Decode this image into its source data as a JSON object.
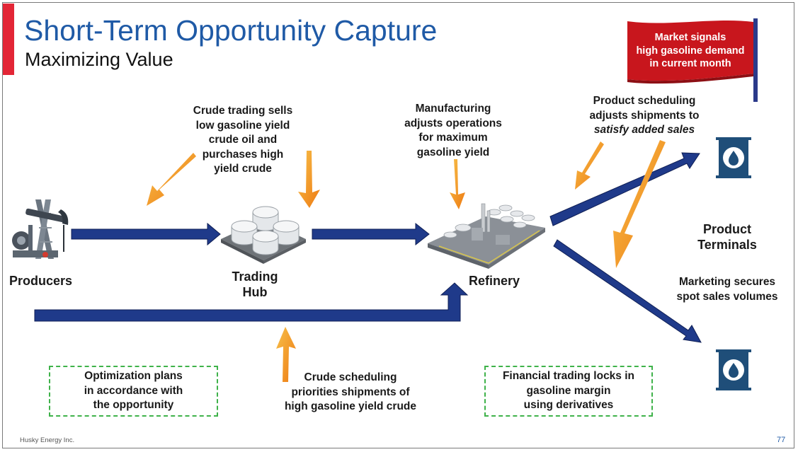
{
  "header": {
    "title": "Short-Term Opportunity Capture",
    "subtitle": "Maximizing Value"
  },
  "flag": {
    "lines": [
      "Market signals",
      "high gasoline demand",
      "in current month"
    ],
    "color": "#c8161d",
    "pole_color": "#2b3a8a"
  },
  "nodes": {
    "producers": "Producers",
    "trading_hub": [
      "Trading",
      "Hub"
    ],
    "refinery": "Refinery",
    "product_terminals": [
      "Product",
      "Terminals"
    ]
  },
  "callouts": {
    "crude_trading": [
      "Crude trading sells",
      "low gasoline yield",
      "crude oil and",
      "purchases high",
      "yield crude"
    ],
    "manufacturing": [
      "Manufacturing",
      "adjusts operations",
      "for maximum",
      "gasoline yield"
    ],
    "product_scheduling": [
      "Product scheduling",
      "adjusts shipments to",
      "satisfy added sales"
    ],
    "marketing": [
      "Marketing secures",
      "spot sales volumes"
    ],
    "crude_scheduling": [
      "Crude scheduling",
      "priorities shipments of",
      "high gasoline yield crude"
    ]
  },
  "boxes": {
    "optimization": [
      "Optimization plans",
      "in accordance with",
      "the opportunity"
    ],
    "financial": [
      "Financial trading locks in",
      "gasoline margin",
      "using derivatives"
    ]
  },
  "footer": {
    "company": "Husky Energy Inc.",
    "page": "77"
  },
  "colors": {
    "title": "#1f5aa6",
    "flow_arrow": "#1f3a8a",
    "callout_arrow": "#f39a1e",
    "dashed_border": "#3fb24a",
    "accent_bar": "#e32636",
    "terminal_icon": "#1f4e79"
  },
  "icons": [
    "oil-pumpjack-icon",
    "storage-tanks-icon",
    "refinery-plant-icon",
    "oil-drum-icon"
  ]
}
